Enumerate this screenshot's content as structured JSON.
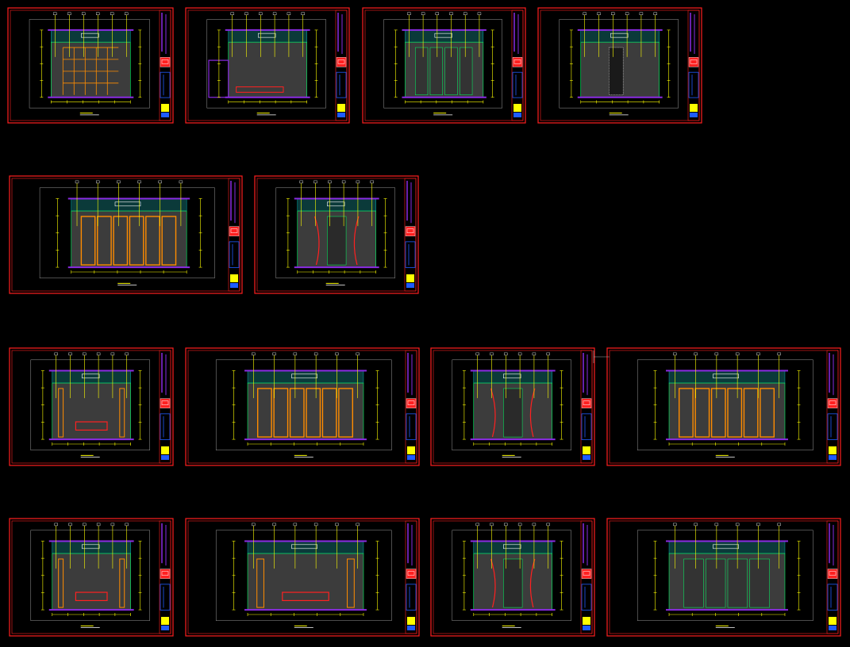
{
  "app": {
    "view": "model-space",
    "background": "#000000"
  },
  "colors": {
    "frame": "#ff1e1e",
    "inner_frame": "#9a9a9a",
    "wall": "#8a2be2",
    "dim_line": "#ffff00",
    "grid_green": "#00ff66",
    "hatch_cyan": "#00b3b3",
    "orange": "#ff8c00",
    "red": "#ff2020",
    "gray_fill": "#3c3c3c",
    "white": "#ffffff",
    "title_blue": "#1e5cff"
  },
  "sheets": [
    {
      "id": "elev-01",
      "row": 1,
      "style": "grid-panels"
    },
    {
      "id": "elev-02",
      "row": 1,
      "style": "step-wall"
    },
    {
      "id": "elev-03",
      "row": 1,
      "style": "gray-panels"
    },
    {
      "id": "elev-04",
      "row": 1,
      "style": "stone-panel"
    },
    {
      "id": "elev-05",
      "row": 2,
      "style": "orange-doors"
    },
    {
      "id": "elev-06",
      "row": 2,
      "style": "curtain"
    },
    {
      "id": "elev-07",
      "row": 3,
      "style": "furniture"
    },
    {
      "id": "elev-08",
      "row": 3,
      "style": "orange-screen"
    },
    {
      "id": "elev-09",
      "row": 3,
      "style": "curtain"
    },
    {
      "id": "elev-10",
      "row": 3,
      "style": "orange-doors"
    },
    {
      "id": "elev-11",
      "row": 4,
      "style": "furniture"
    },
    {
      "id": "elev-12",
      "row": 4,
      "style": "furniture"
    },
    {
      "id": "elev-13",
      "row": 4,
      "style": "curtain"
    },
    {
      "id": "elev-14",
      "row": 4,
      "style": "gray-panels"
    }
  ]
}
